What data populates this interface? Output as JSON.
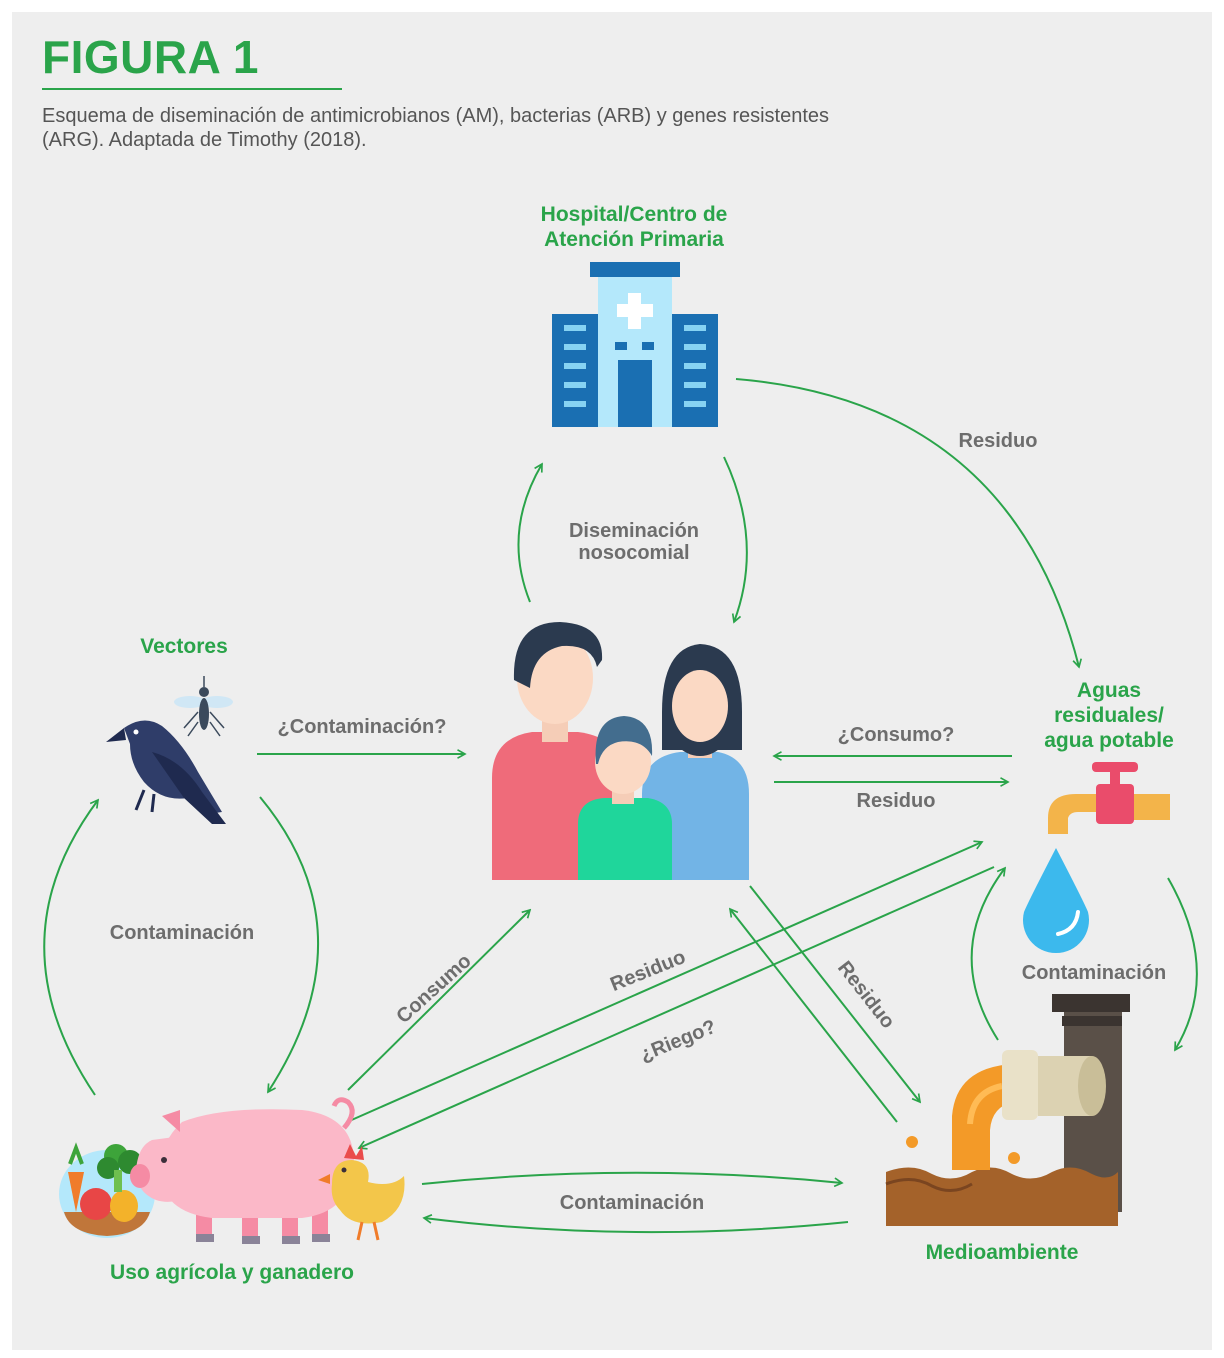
{
  "figure": {
    "title": "FIGURA 1",
    "caption": "Esquema de diseminación de antimicrobianos (AM), bacterias (ARB) y genes resistentes (ARG). Adaptada de Timothy (2018)."
  },
  "nodes": {
    "hospital": {
      "line1": "Hospital/Centro de",
      "line2": "Atención Primaria"
    },
    "vectores": {
      "label": "Vectores"
    },
    "aguas": {
      "line1": "Aguas",
      "line2": "residuales/",
      "line3": "agua potable"
    },
    "agricola": {
      "label": "Uso agrícola y ganadero"
    },
    "medioambiente": {
      "label": "Medioambiente"
    }
  },
  "edges": {
    "hospital_aguas": "Residuo",
    "nosocomial_line1": "Diseminación",
    "nosocomial_line2": "nosocomial",
    "vectores_personas": "¿Contaminación?",
    "aguas_personas": "¿Consumo?",
    "personas_aguas": "Residuo",
    "vectores_agricola": "Contaminación",
    "agricola_personas": "Consumo",
    "agricola_aguas": "Residuo",
    "aguas_agricola": "¿Riego?",
    "personas_medio": "Residuo",
    "aguas_medio": "Contaminación",
    "agricola_medio": "Contaminación"
  },
  "colors": {
    "accent": "#2aa44a",
    "arrow": "#2aa44a",
    "edge_text": "#6d6d6d",
    "panel": "#eeeeee"
  },
  "icons": [
    "hospital-icon",
    "family-icon",
    "crow-icon",
    "mosquito-icon",
    "faucet-icon",
    "water-drop-icon",
    "pig-icon",
    "chicken-icon",
    "vegetables-icon",
    "sewage-pipe-icon"
  ]
}
